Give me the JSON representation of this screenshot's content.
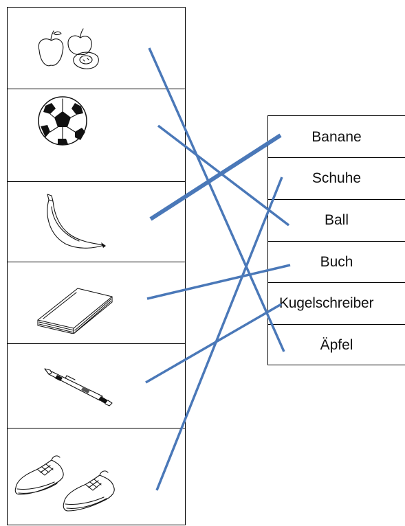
{
  "pictures": [
    {
      "icon": "apples-icon"
    },
    {
      "icon": "soccer-ball-icon"
    },
    {
      "icon": "banana-icon"
    },
    {
      "icon": "book-icon"
    },
    {
      "icon": "pen-icon"
    },
    {
      "icon": "shoes-icon"
    }
  ],
  "words": [
    "Banane",
    "Schuhe",
    "Ball",
    "Buch",
    "Kugelschreiber",
    "Äpfel"
  ],
  "line_color": "#4A78B8",
  "matches": [
    {
      "picture": 0,
      "word": 5
    },
    {
      "picture": 1,
      "word": 2
    },
    {
      "picture": 2,
      "word": 0
    },
    {
      "picture": 3,
      "word": 3
    },
    {
      "picture": 4,
      "word": 4
    },
    {
      "picture": 5,
      "word": 1
    }
  ]
}
